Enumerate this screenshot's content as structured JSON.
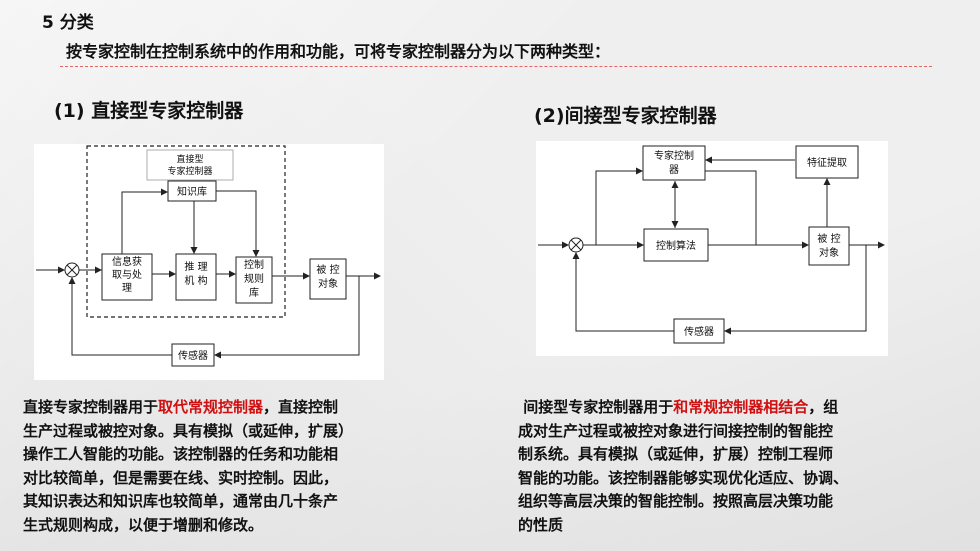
{
  "heading": "5 分类",
  "intro": "按专家控制在控制系统中的作用和功能，可将专家控制器分为以下两种类型：",
  "left": {
    "title": "(1) 直接型专家控制器",
    "diagram": {
      "group_label_line1": "直接型",
      "group_label_line2": "专家控制器",
      "knowledge_base": "知识库",
      "info_line1": "信息获",
      "info_line2": "取与处",
      "info_line3": "理",
      "reason_line1": "推  理",
      "reason_line2": "机 构",
      "rule_line1": "控制",
      "rule_line2": "规则",
      "rule_line3": "库",
      "plant_line1": "被 控",
      "plant_line2": "对象",
      "sensor": "传感器"
    },
    "text": {
      "line1_before": "直接专家控制器用于",
      "line1_hl": "取代常规控制器",
      "line1_after": "，直接控制",
      "line2": "生产过程或被控对象。具有模拟（或延伸，扩展）",
      "line3": "操作工人智能的功能。该控制器的任务和功能相",
      "line4": "对比较简单，但是需要在线、实时控制。因此，",
      "line5": "其知识表达和知识库也较简单，通常由几十条产",
      "line6": "生式规则构成，以便于增删和修改。"
    }
  },
  "right": {
    "title": "(2)间接型专家控制器",
    "diagram": {
      "expert_line1": "专家控制",
      "expert_line2": "器",
      "feature": "特征提取",
      "algo": "控制算法",
      "plant_line1": "被  控",
      "plant_line2": "对象",
      "sensor": "传感器"
    },
    "text": {
      "line1_before": "间接型专家控制器用于",
      "line1_hl": "和常规控制器相结合",
      "line1_after": "，组",
      "line2": "成对生产过程或被控对象进行间接控制的智能控",
      "line3": "制系统。具有模拟（或延伸，扩展）控制工程师",
      "line4": "智能的功能。该控制器能够实现优化适应、协调、",
      "line5": "组织等高层决策的智能控制。按照高层决策功能",
      "line6": "的性质"
    }
  },
  "colors": {
    "highlight": "#d01010",
    "dash": "#e06666"
  }
}
